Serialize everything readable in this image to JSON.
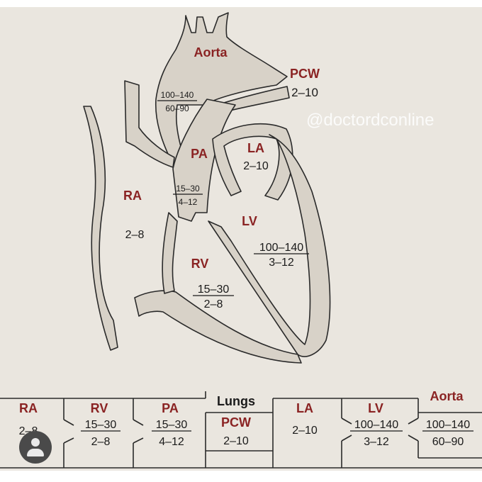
{
  "watermark": "@doctordconline",
  "heart": {
    "aorta": {
      "label": "Aorta",
      "top": "100–140",
      "bottom": "60–90"
    },
    "pcw": {
      "label": "PCW",
      "value": "2–10"
    },
    "pa": {
      "label": "PA",
      "top": "15–30",
      "bottom": "4–12"
    },
    "la": {
      "label": "LA",
      "value": "2–10"
    },
    "ra": {
      "label": "RA",
      "value": "2–8"
    },
    "lv": {
      "label": "LV",
      "top": "100–140",
      "bottom": "3–12"
    },
    "rv": {
      "label": "RV",
      "top": "15–30",
      "bottom": "2–8"
    }
  },
  "flow": [
    {
      "label": "RA",
      "top": "2–8",
      "bottom": ""
    },
    {
      "label": "RV",
      "top": "15–30",
      "bottom": "2–8"
    },
    {
      "label": "PA",
      "top": "15–30",
      "bottom": "4–12"
    },
    {
      "label": "Lungs",
      "sub": "PCW",
      "top": "2–10",
      "bottom": ""
    },
    {
      "label": "LA",
      "top": "2–10",
      "bottom": ""
    },
    {
      "label": "LV",
      "top": "100–140",
      "bottom": "3–12"
    },
    {
      "label": "Aorta",
      "top": "100–140",
      "bottom": "60–90"
    }
  ],
  "colors": {
    "label": "#8a2323",
    "tissue": "#d8d2c8",
    "outline": "#2a2a2a",
    "background": "#eae6df"
  },
  "icons": {
    "avatar": "user-avatar-icon"
  }
}
